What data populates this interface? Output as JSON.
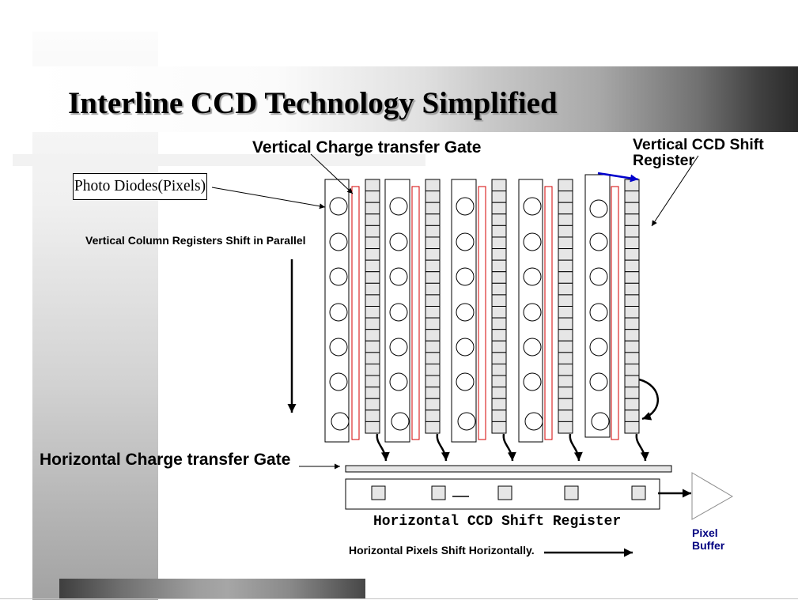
{
  "slide": {
    "title": "Interline CCD Technology Simplified"
  },
  "diagram": {
    "labels": {
      "vertical_charge_transfer_gate": "Vertical Charge transfer Gate",
      "vertical_ccd_shift_register": "Vertical CCD Shift Register",
      "photo_diodes": "Photo Diodes(Pixels)",
      "vertical_shift_note": "Vertical Column Registers Shift in Parallel",
      "horizontal_charge_transfer_gate": "Horizontal Charge transfer Gate",
      "horizontal_ccd_shift_register": "Horizontal CCD Shift Register",
      "pixel_buffer": "Pixel Buffer",
      "horizontal_shift_note": "Horizontal Pixels Shift Horizontally."
    }
  },
  "colors": {
    "transfer_gate": "#d40000",
    "register_fill": "#e6e6e6",
    "highlight_arrow": "#0000cc",
    "pixel_buffer_text": "#000080"
  }
}
